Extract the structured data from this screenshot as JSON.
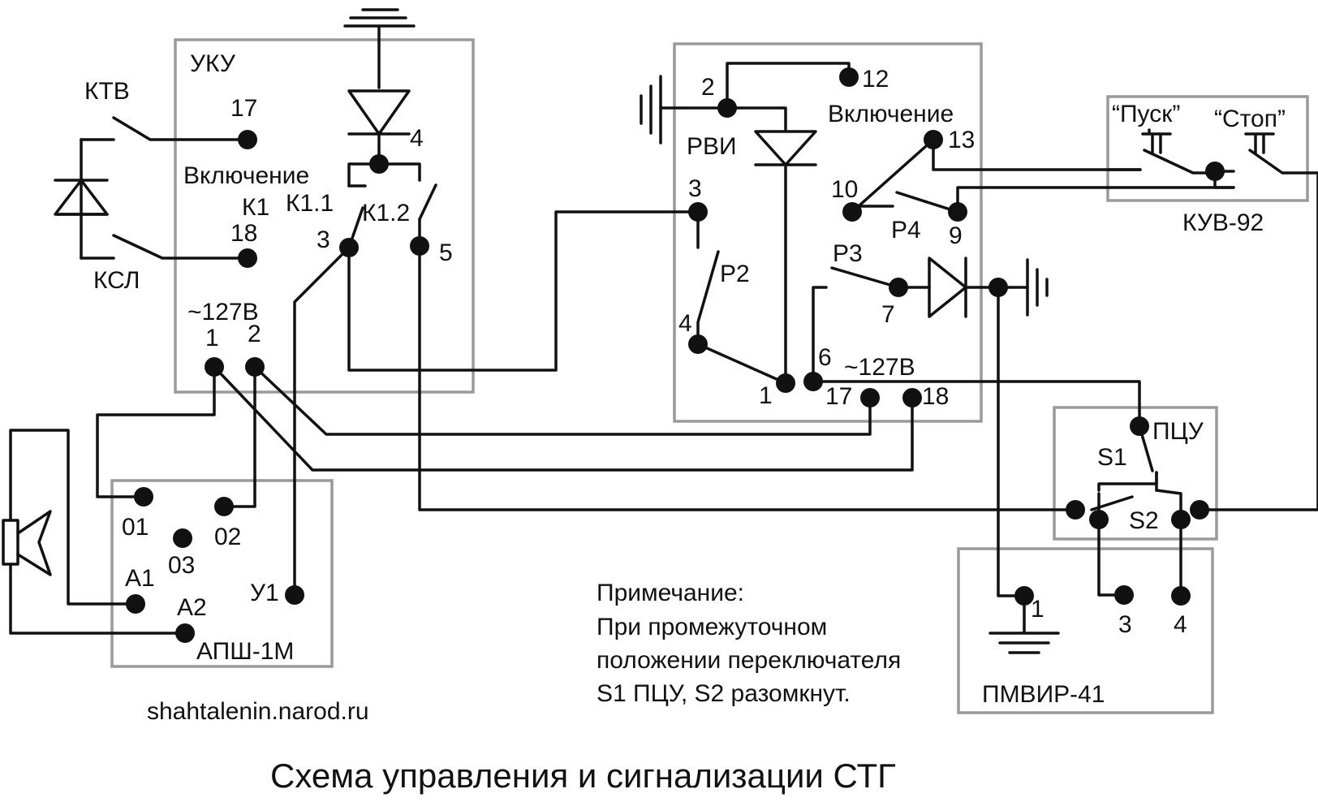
{
  "diagram": {
    "title": "Схема управления и сигнализации СТГ",
    "website": "shahtalenin.narod.ru",
    "note": {
      "heading": "Примечание:",
      "line1": "При промежуточном",
      "line2": "положении переключателя",
      "line3": "S1 ПЦУ, S2 разомкнут."
    },
    "left_external": {
      "ktv": "КТВ",
      "ksl": "КСЛ"
    },
    "uku": {
      "name": "УКУ",
      "enable": "Включение",
      "k1": "К1",
      "k11": "К1.1",
      "k12": "К1.2",
      "voltage": "~127В",
      "t17": "17",
      "t18": "18",
      "t4": "4",
      "t3": "3",
      "t5": "5",
      "t1": "1",
      "t2": "2"
    },
    "rvi": {
      "name": "РВИ",
      "enable": "Включение",
      "voltage": "~127В",
      "p2": "Р2",
      "p3": "Р3",
      "p4": "Р4",
      "t2": "2",
      "t12": "12",
      "t13": "13",
      "t10": "10",
      "t9": "9",
      "t3": "3",
      "t4": "4",
      "t7": "7",
      "t6": "6",
      "t1": "1",
      "t17": "17",
      "t18": "18"
    },
    "kuv": {
      "name": "КУВ-92",
      "start": "“Пуск”",
      "stop": "“Стоп”"
    },
    "pcu": {
      "name": "ПЦУ",
      "s1": "S1",
      "s2": "S2"
    },
    "pmvir": {
      "name": "ПМВИР-41",
      "t1": "1",
      "t3": "3",
      "t4": "4"
    },
    "apsh": {
      "name": "АПШ-1М",
      "t01": "01",
      "t02": "02",
      "t03": "03",
      "a1": "А1",
      "a2": "А2",
      "u1": "У1"
    }
  }
}
